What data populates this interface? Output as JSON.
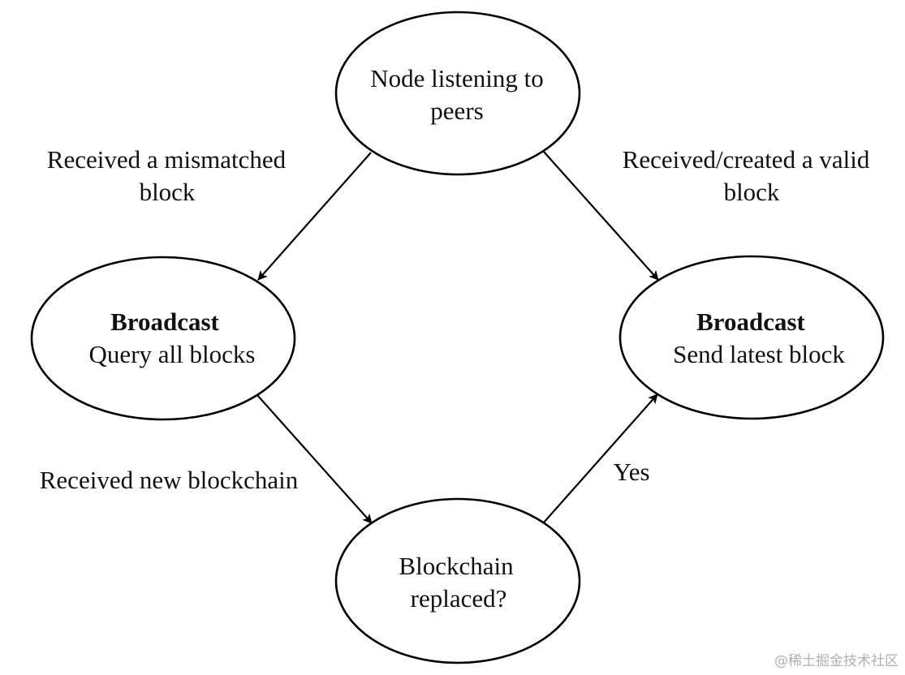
{
  "diagram": {
    "type": "state-flow",
    "nodes": [
      {
        "id": "listening",
        "lines": [
          {
            "text": "Node listening to",
            "bold": false
          },
          {
            "text": "peers",
            "bold": false
          }
        ]
      },
      {
        "id": "query",
        "lines": [
          {
            "text": "Broadcast",
            "bold": true
          },
          {
            "text": "Query all blocks",
            "bold": false
          }
        ]
      },
      {
        "id": "send",
        "lines": [
          {
            "text": "Broadcast",
            "bold": true
          },
          {
            "text": "Send latest block",
            "bold": false
          }
        ]
      },
      {
        "id": "replaced",
        "lines": [
          {
            "text": "Blockchain",
            "bold": false
          },
          {
            "text": "replaced?",
            "bold": false
          }
        ]
      }
    ],
    "edges": [
      {
        "from": "listening",
        "to": "query",
        "label": [
          "Received a mismatched",
          "block"
        ]
      },
      {
        "from": "listening",
        "to": "send",
        "label": [
          "Received/created a valid",
          "block"
        ]
      },
      {
        "from": "query",
        "to": "replaced",
        "label": [
          "Received new blockchain"
        ]
      },
      {
        "from": "replaced",
        "to": "send",
        "label": [
          "Yes"
        ]
      }
    ],
    "colors": {
      "stroke": "#000000",
      "text": "#111111",
      "background": "#ffffff",
      "watermark": "#b0b0b0"
    }
  },
  "watermark": "@稀土掘金技术社区"
}
